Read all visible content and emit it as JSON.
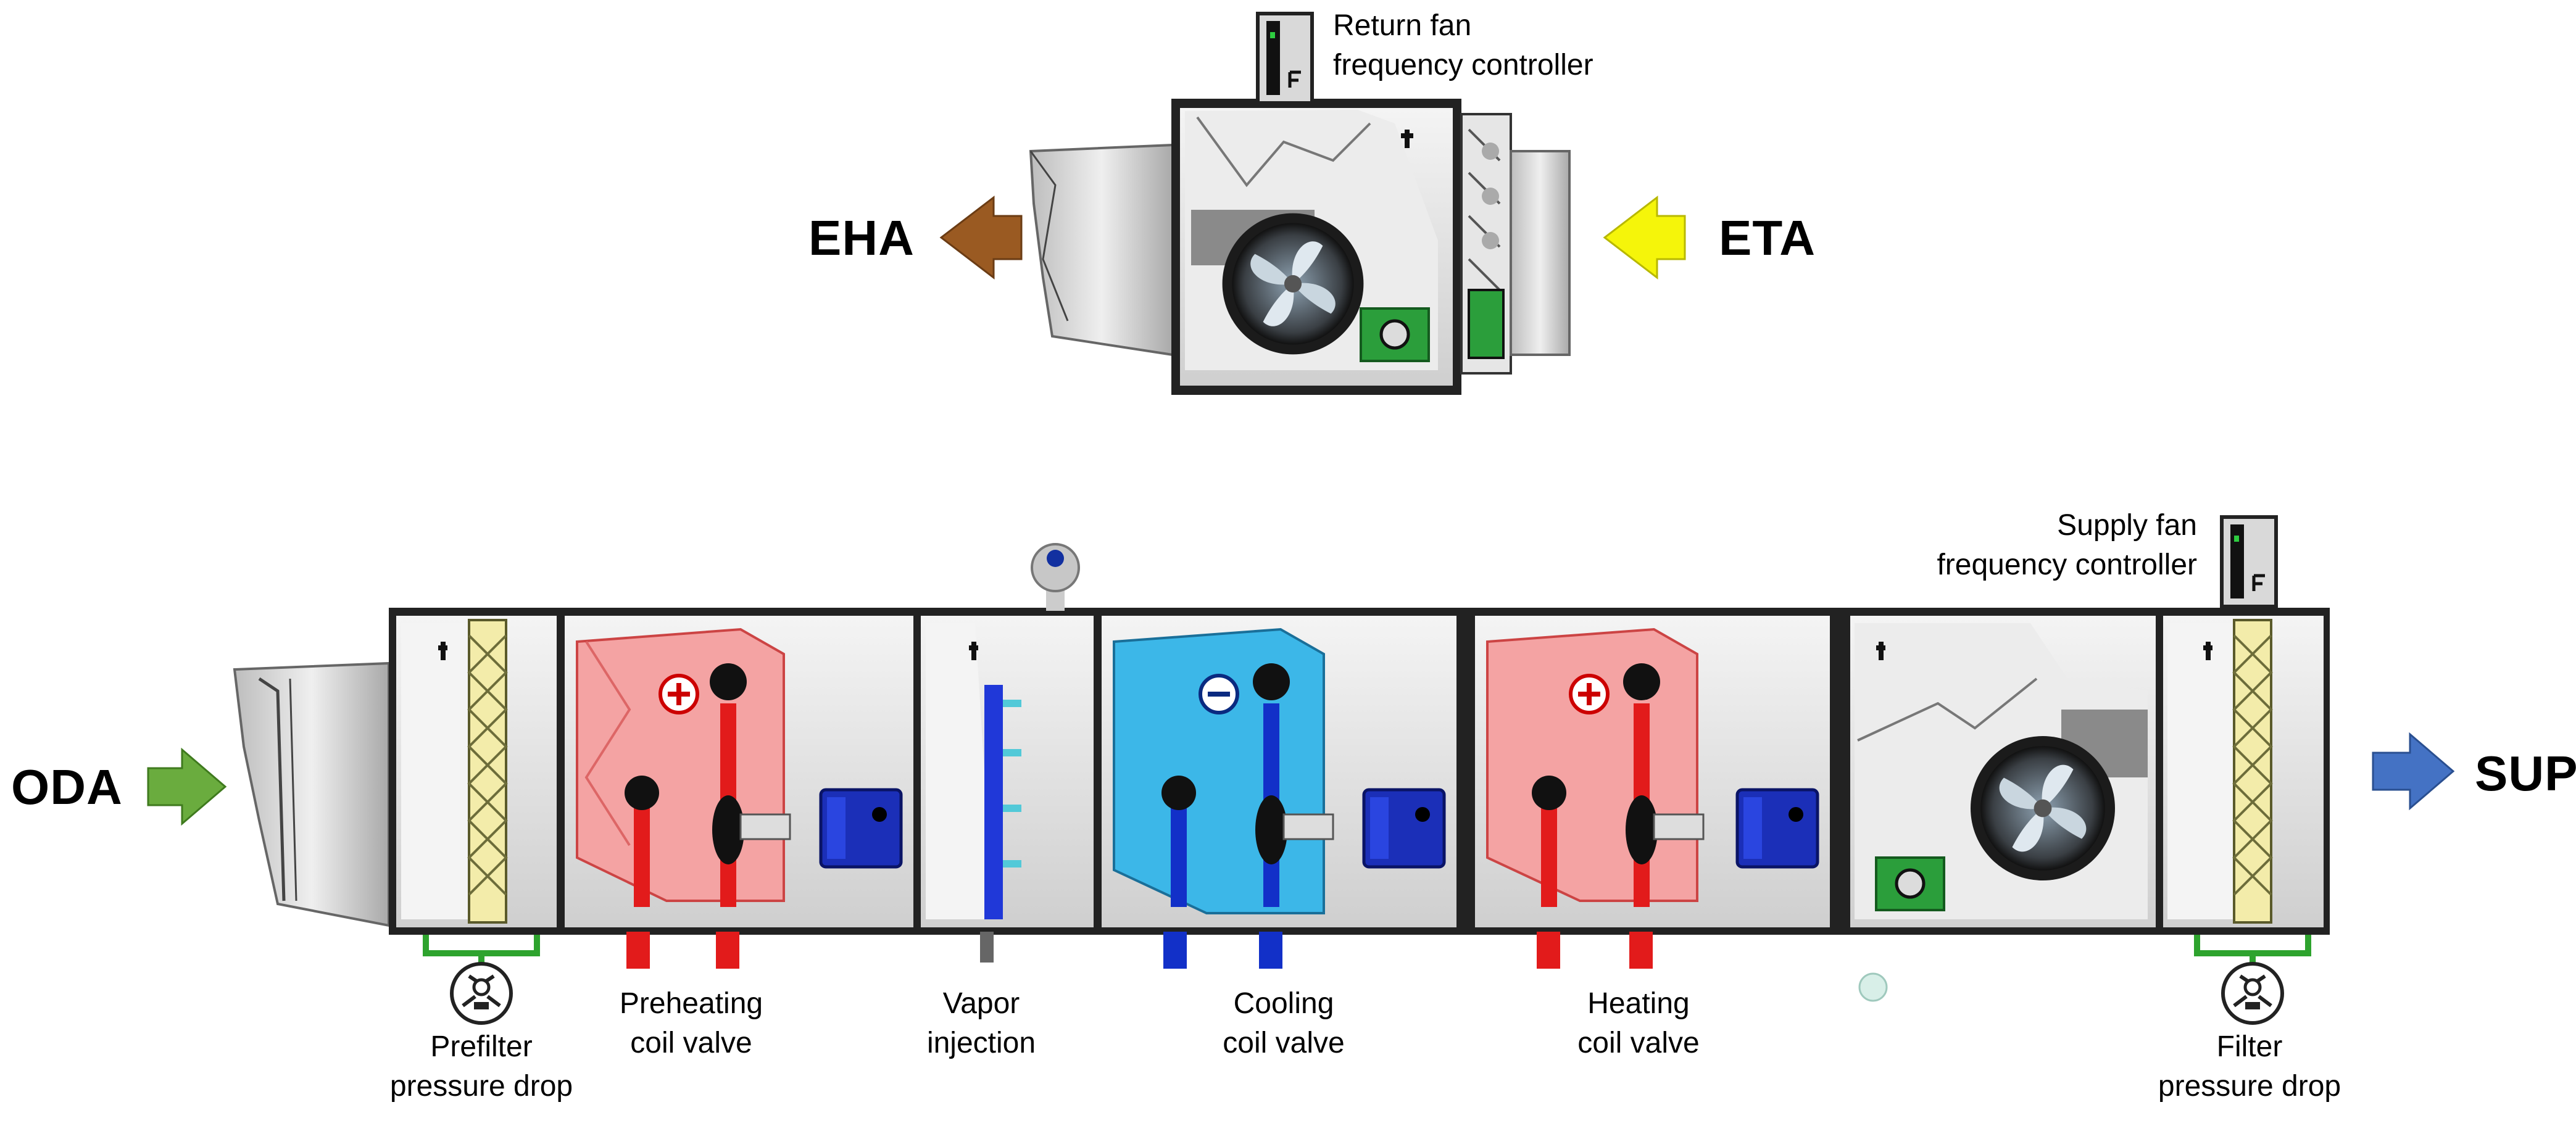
{
  "labels": {
    "eha": "EHA",
    "eta": "ETA",
    "oda": "ODA",
    "sup": "SUP",
    "return_fan_controller": [
      "Return fan",
      "frequency controller"
    ],
    "supply_fan_controller": [
      "Supply fan",
      "frequency controller"
    ],
    "prefilter": [
      "Prefilter",
      "pressure drop"
    ],
    "preheating": [
      "Preheating",
      "coil valve"
    ],
    "vapor": [
      "Vapor",
      "injection"
    ],
    "cooling": [
      "Cooling",
      "coil valve"
    ],
    "heating": [
      "Heating",
      "coil valve"
    ],
    "filter": [
      "Filter",
      "pressure drop"
    ]
  },
  "colors": {
    "eha_arrow": "#9a5a22",
    "eta_arrow": "#f5f50a",
    "oda_arrow": "#6aac3e",
    "sup_arrow": "#4472c4",
    "heating_coil": "#f4a3a3",
    "cooling_coil": "#3cb7e8",
    "hot_pipe": "#e21b1b",
    "cold_pipe": "#1230c8",
    "actuator": "#1b2fb8",
    "gauge_line": "#2ea32e"
  },
  "icons": [
    "fan-icon",
    "frequency-controller-icon",
    "pressure-gauge-icon",
    "valve-actuator-icon",
    "arrow-icon"
  ]
}
